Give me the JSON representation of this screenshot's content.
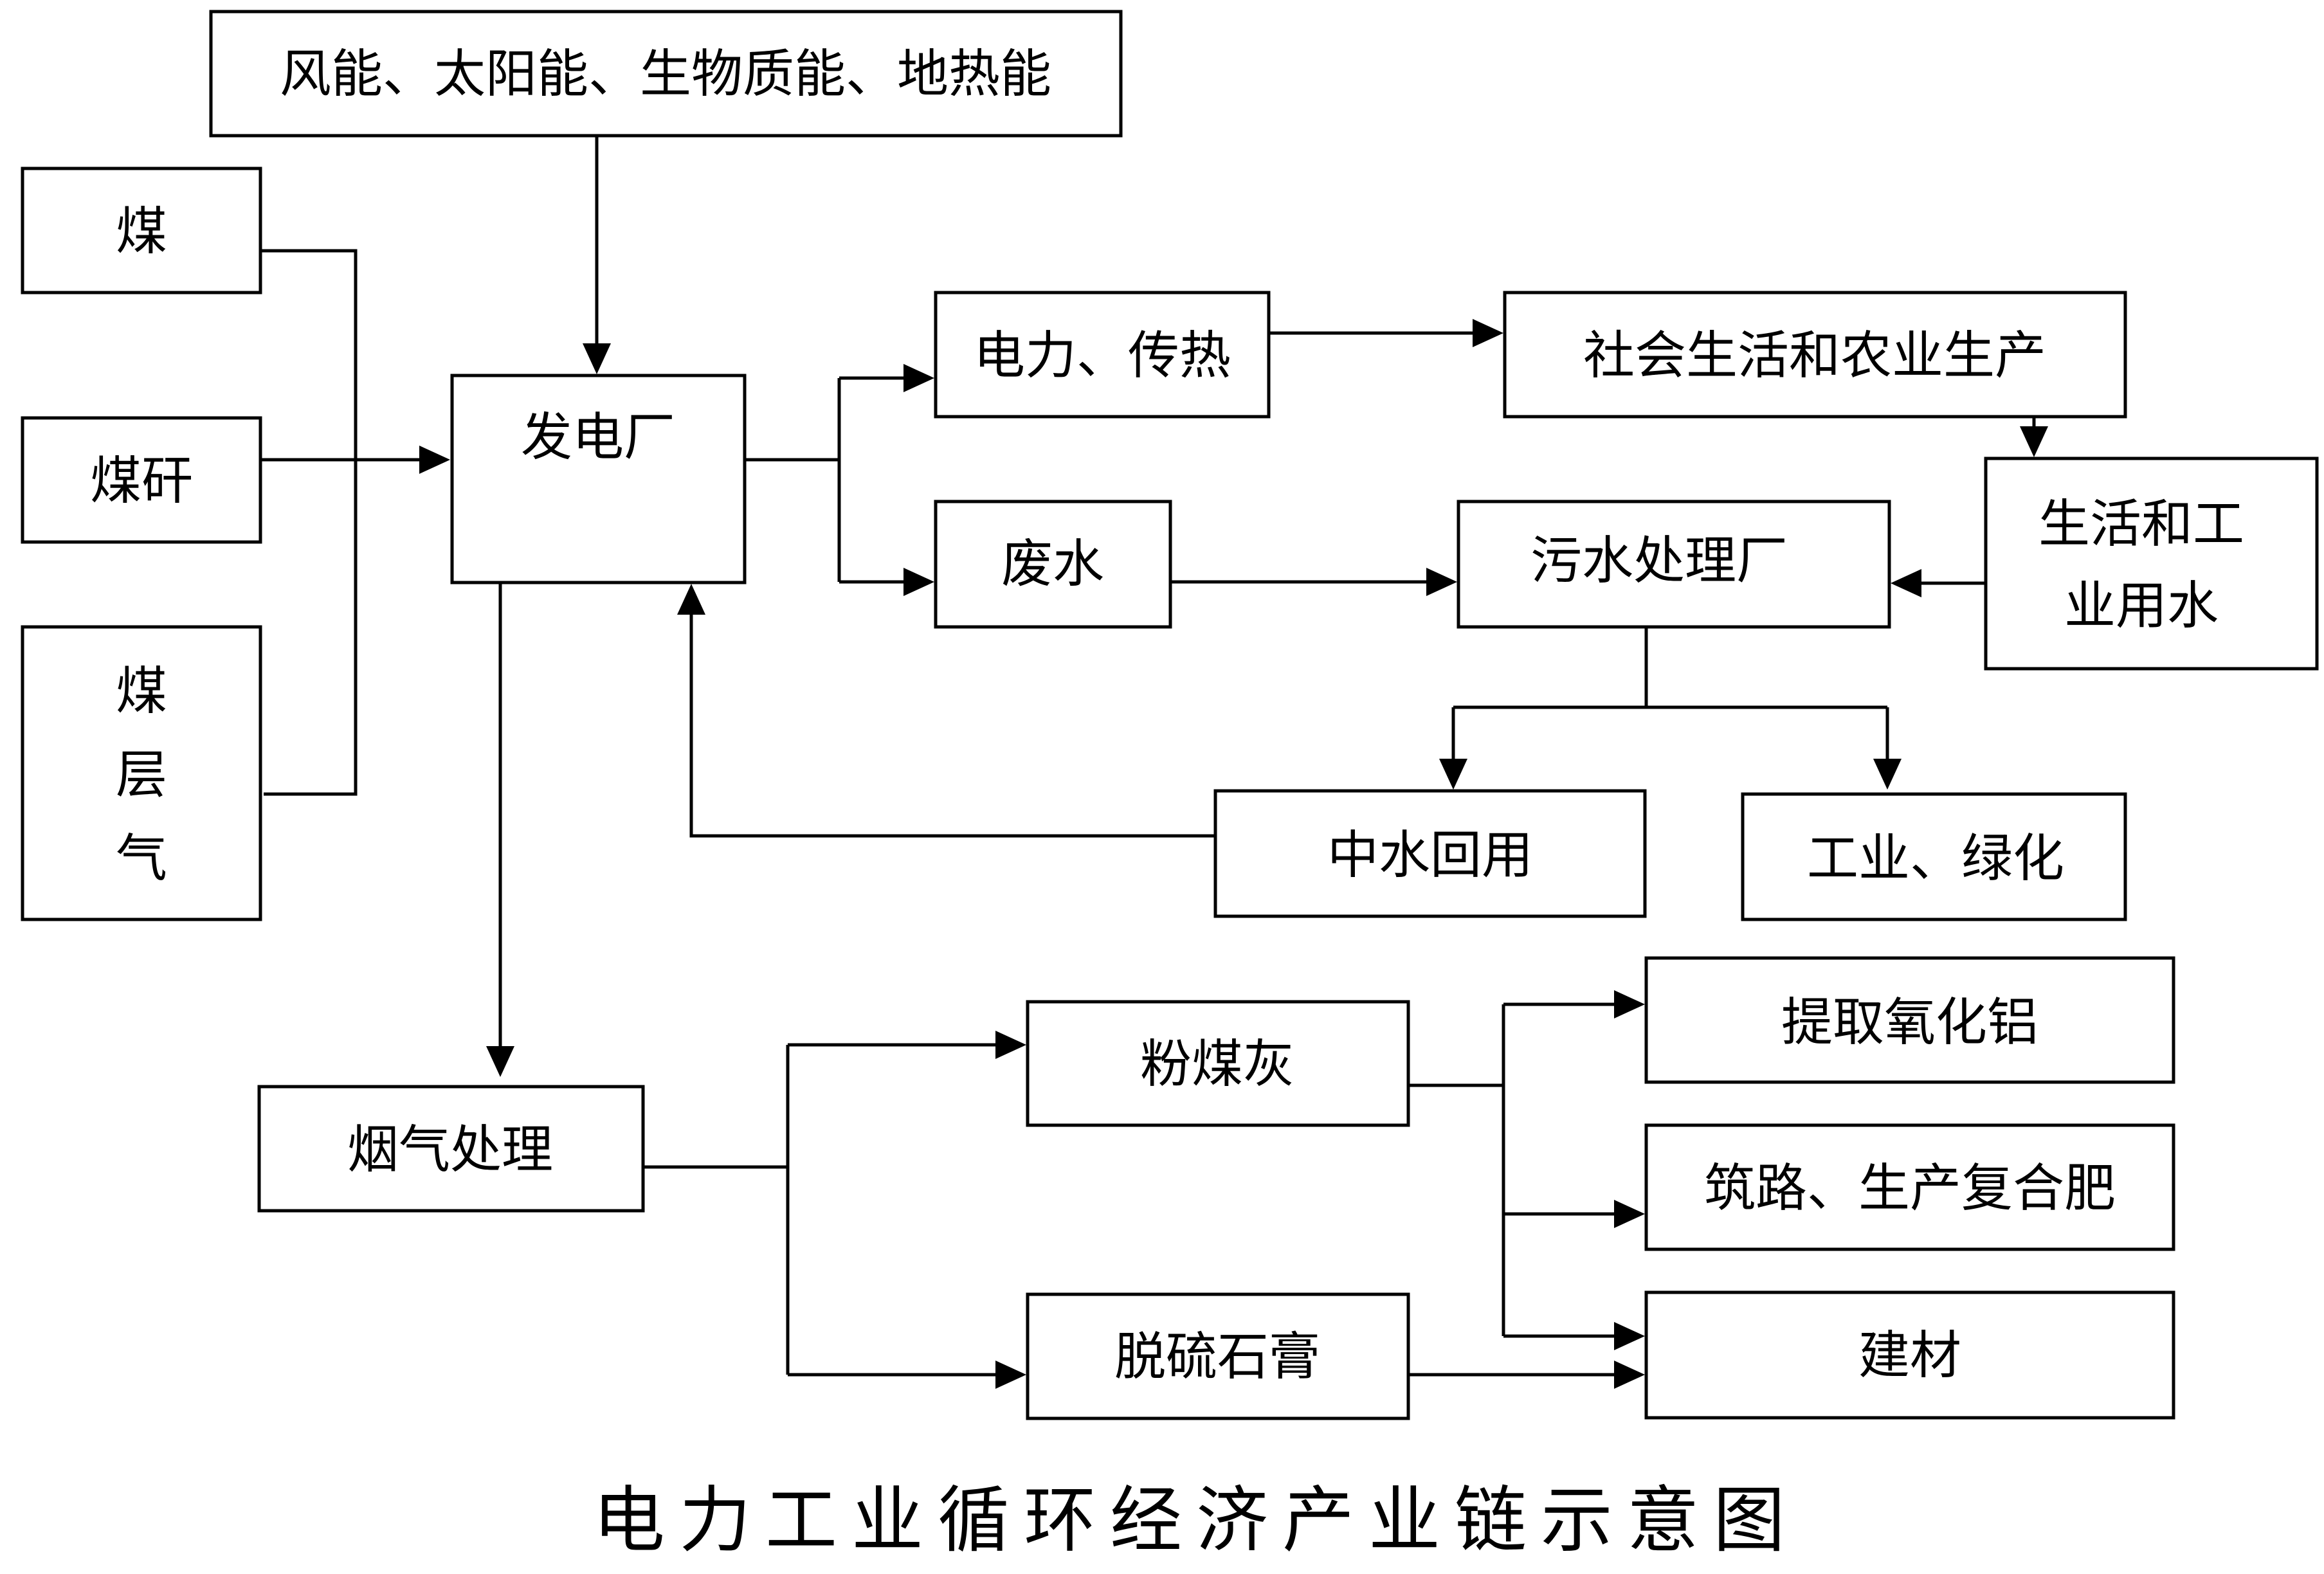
{
  "nodes": {
    "renewables": "风能、太阳能、生物质能、地热能",
    "coal": "煤",
    "coal_gangue": "煤矸",
    "coalbed_methane": [
      "煤",
      "层",
      "气"
    ],
    "power_plant": "发电厂",
    "power_heat": "电力、传热",
    "society": "社会生活和农业生产",
    "domestic_industrial_water": [
      "生活和工",
      "业用水"
    ],
    "wastewater": "废水",
    "sewage_plant": "污水处理厂",
    "reclaimed_water": "中水回用",
    "industry_greening": "工业、绿化",
    "flue_gas": "烟气处理",
    "fly_ash": "粉煤灰",
    "alumina": "提取氧化铝",
    "road_fertilizer": "筑路、生产复合肥",
    "desulf_gypsum": "脱硫石膏",
    "building_materials": "建材"
  },
  "title": "电力工业循环经济产业链示意图"
}
